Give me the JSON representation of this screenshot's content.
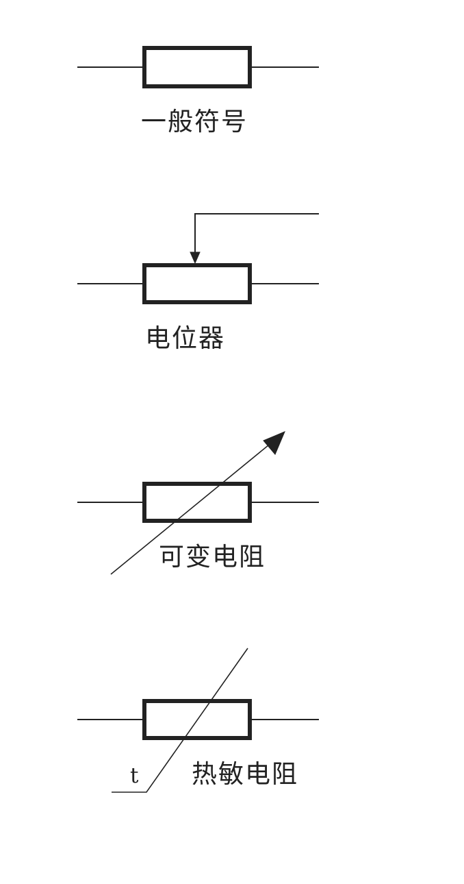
{
  "diagram": {
    "symbols": [
      {
        "label": "一般符号"
      },
      {
        "label": "电位器"
      },
      {
        "label": "可变电阻"
      },
      {
        "label": "热敏电阻",
        "extra_label": "t"
      }
    ]
  }
}
